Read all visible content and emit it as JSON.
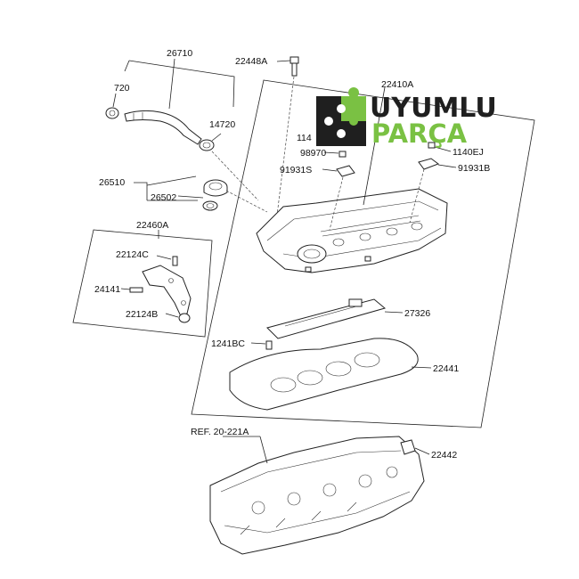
{
  "labels": {
    "p26710": "26710",
    "p720": "720",
    "p14720": "14720",
    "p22448A": "22448A",
    "p22410A": "22410A",
    "p1140": "114",
    "p98970": "98970",
    "p91931S": "91931S",
    "p1140EJ": "1140EJ",
    "p91931B": "91931B",
    "p26510": "26510",
    "p26502": "26502",
    "p22460A": "22460A",
    "p22124C": "22124C",
    "p24141": "24141",
    "p22124B": "22124B",
    "p27326": "27326",
    "p1241BC": "1241BC",
    "p22441": "22441",
    "ref": "REF. 20-221A",
    "p22442": "22442"
  },
  "logo": {
    "line1": "UYUMLU",
    "line2": "PARÇA",
    "color_dark": "#1f1f1f",
    "color_green": "#7ac143",
    "icon": "puzzle-icon"
  }
}
